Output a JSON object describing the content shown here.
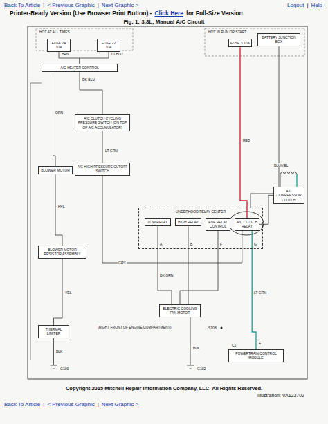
{
  "diagram": {
    "title": "Fig. 1: 3.8L, Manual A/C Circuit",
    "caption": "Copyright 2015 Mitchell Repair Information Company, LLC. All Rights Reserved.",
    "nodes": [
      {
        "text": [
          "FUSE 24 10A"
        ]
      },
      {
        "text": [
          "FUSE 22 10A"
        ]
      },
      {
        "text": [
          "FUSE 3 10A"
        ]
      },
      {
        "text": [
          "A/C-HEATER CONTROL"
        ]
      },
      {
        "text": [
          "A/C CLUTCH CYCLING PRESSURE SWITCH (ON TOP OF A/C ACCUMULATOR)"
        ]
      },
      {
        "text": [
          "A/C HIGH PRESSURE CUTOFF SWITCH"
        ]
      },
      {
        "text": [
          "BLOWER MOTOR"
        ]
      },
      {
        "text": [
          "BLOWER MOTOR RESISTOR ASSEMBLY"
        ]
      },
      {
        "text": [
          "THERMAL LIMITER"
        ]
      },
      {
        "text": [
          "UNDERHOOD RELAY CENTER"
        ]
      },
      {
        "text": [
          "LOW RELAY"
        ],
        "in": 9
      },
      {
        "text": [
          "HIGH RELAY"
        ],
        "in": 9
      },
      {
        "text": [
          "EDF RELAY CONTROL"
        ],
        "in": 9
      },
      {
        "text": [
          "A/C CLUTCH RELAY"
        ],
        "in": 9
      },
      {
        "text": [
          "A/C COMPRESSOR CLUTCH"
        ]
      },
      {
        "text": [
          "ELECTRIC COOLING FAN MOTOR"
        ]
      },
      {
        "text": [
          "POWERTRAIN CONTROL MODULE"
        ]
      },
      {
        "text": [
          "BATTERY JUNCTION BOX"
        ]
      }
    ],
    "edges": [
      {
        "from": 0,
        "to": 3,
        "arrow": "none"
      },
      {
        "from": 1,
        "to": 3,
        "arrow": "none"
      },
      {
        "from": 3,
        "to": 4,
        "arrow": "none"
      },
      {
        "from": 4,
        "to": 5,
        "arrow": "none"
      },
      {
        "from": 5,
        "to": 13,
        "arrow": "none"
      },
      {
        "from": 2,
        "to": 13,
        "arrow": "none"
      },
      {
        "from": 13,
        "to": 14,
        "arrow": "none"
      },
      {
        "from": 13,
        "to": 16,
        "arrow": "none"
      },
      {
        "from": 3,
        "to": 6,
        "arrow": "none"
      },
      {
        "from": 6,
        "to": 7,
        "arrow": "none"
      },
      {
        "from": 7,
        "to": 8,
        "arrow": "none"
      },
      {
        "from": 10,
        "to": 15,
        "arrow": "none"
      },
      {
        "from": 11,
        "to": 15,
        "arrow": "none"
      },
      {
        "from": 17,
        "to": 9,
        "arrow": "none"
      },
      {
        "from": 12,
        "to": 15,
        "arrow": "none"
      }
    ],
    "labels": [
      "Back To Article",
      "|",
      "< Previous Graphic",
      "|",
      "Next Graphic >",
      "Logout",
      "|",
      "Help",
      "Printer-Ready Version (Use Browser Print Button) -",
      "Click Here",
      "for Full-Size Version",
      "Illustration: VA123702",
      "Back To Article",
      "|",
      "< Previous Graphic",
      "|",
      "Next Graphic >",
      "HOT AT ALL TIMES",
      "HOT IN RUN OR START",
      "BRN",
      "LT BLU",
      "DK BLU",
      "LT GRN",
      "ORN",
      "PPL",
      "YEL",
      "BLK",
      "G100",
      "DK GRN",
      "BLK",
      "G102",
      "RED",
      "GRY",
      "LT GRN",
      "C1",
      "E",
      "BLU/YEL",
      "S108",
      "A",
      "B",
      "F",
      "G",
      "(RIGHT FRONT OF ENGINE COMPARTMENT)"
    ]
  }
}
